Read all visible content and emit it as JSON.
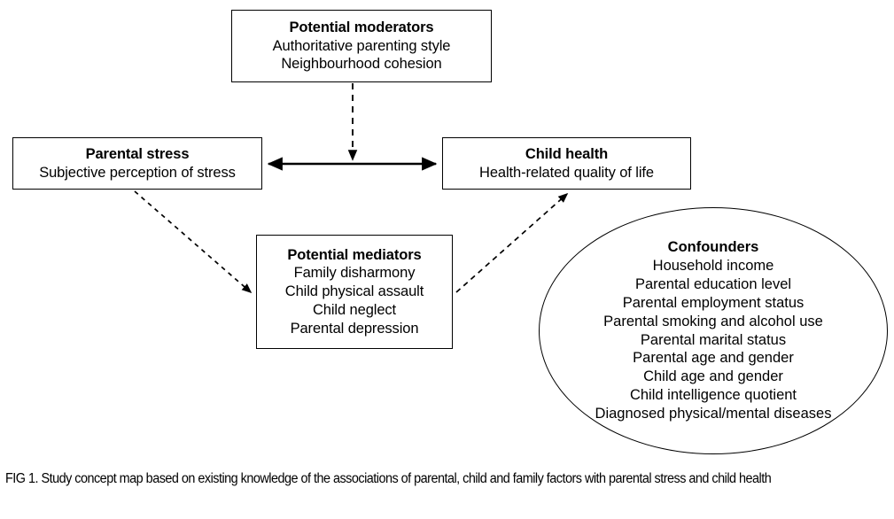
{
  "figure": {
    "caption_label": "FIG 1.",
    "caption_text": "Study concept map based on existing knowledge of the associations of parental, child and family factors with parental stress and child health",
    "caption_full": "FIG 1. Study concept map based on existing knowledge of the associations of parental, child and family factors with parental stress and child health"
  },
  "colors": {
    "stroke": "#000000",
    "background": "#ffffff",
    "text": "#000000"
  },
  "nodes": {
    "moderators": {
      "title": "Potential moderators",
      "lines": [
        "Authoritative parenting style",
        "Neighbourhood cohesion"
      ]
    },
    "parental_stress": {
      "title": "Parental stress",
      "lines": [
        "Subjective perception of stress"
      ]
    },
    "child_health": {
      "title": "Child health",
      "lines": [
        "Health-related quality of life"
      ]
    },
    "mediators": {
      "title": "Potential mediators",
      "lines": [
        "Family disharmony",
        "Child physical assault",
        "Child neglect",
        "Parental depression"
      ]
    },
    "confounders": {
      "title": "Confounders",
      "lines": [
        "Household income",
        "Parental education level",
        "Parental employment status",
        "Parental smoking and alcohol use",
        "Parental marital status",
        "Parental age and gender",
        "Child age and gender",
        "Child intelligence quotient",
        "Diagnosed physical/mental diseases"
      ]
    }
  },
  "connectors": [
    {
      "id": "stress-health-bidirectional",
      "from": "parental_stress",
      "to": "child_health",
      "style": "solid",
      "arrows": "both"
    },
    {
      "id": "moderators-to-link",
      "from": "moderators",
      "to": "stress-health-bidirectional",
      "style": "dashed",
      "arrows": "end"
    },
    {
      "id": "stress-to-mediators",
      "from": "parental_stress",
      "to": "mediators",
      "style": "dashed",
      "arrows": "end"
    },
    {
      "id": "mediators-to-health",
      "from": "mediators",
      "to": "child_health",
      "style": "dashed",
      "arrows": "end"
    }
  ]
}
